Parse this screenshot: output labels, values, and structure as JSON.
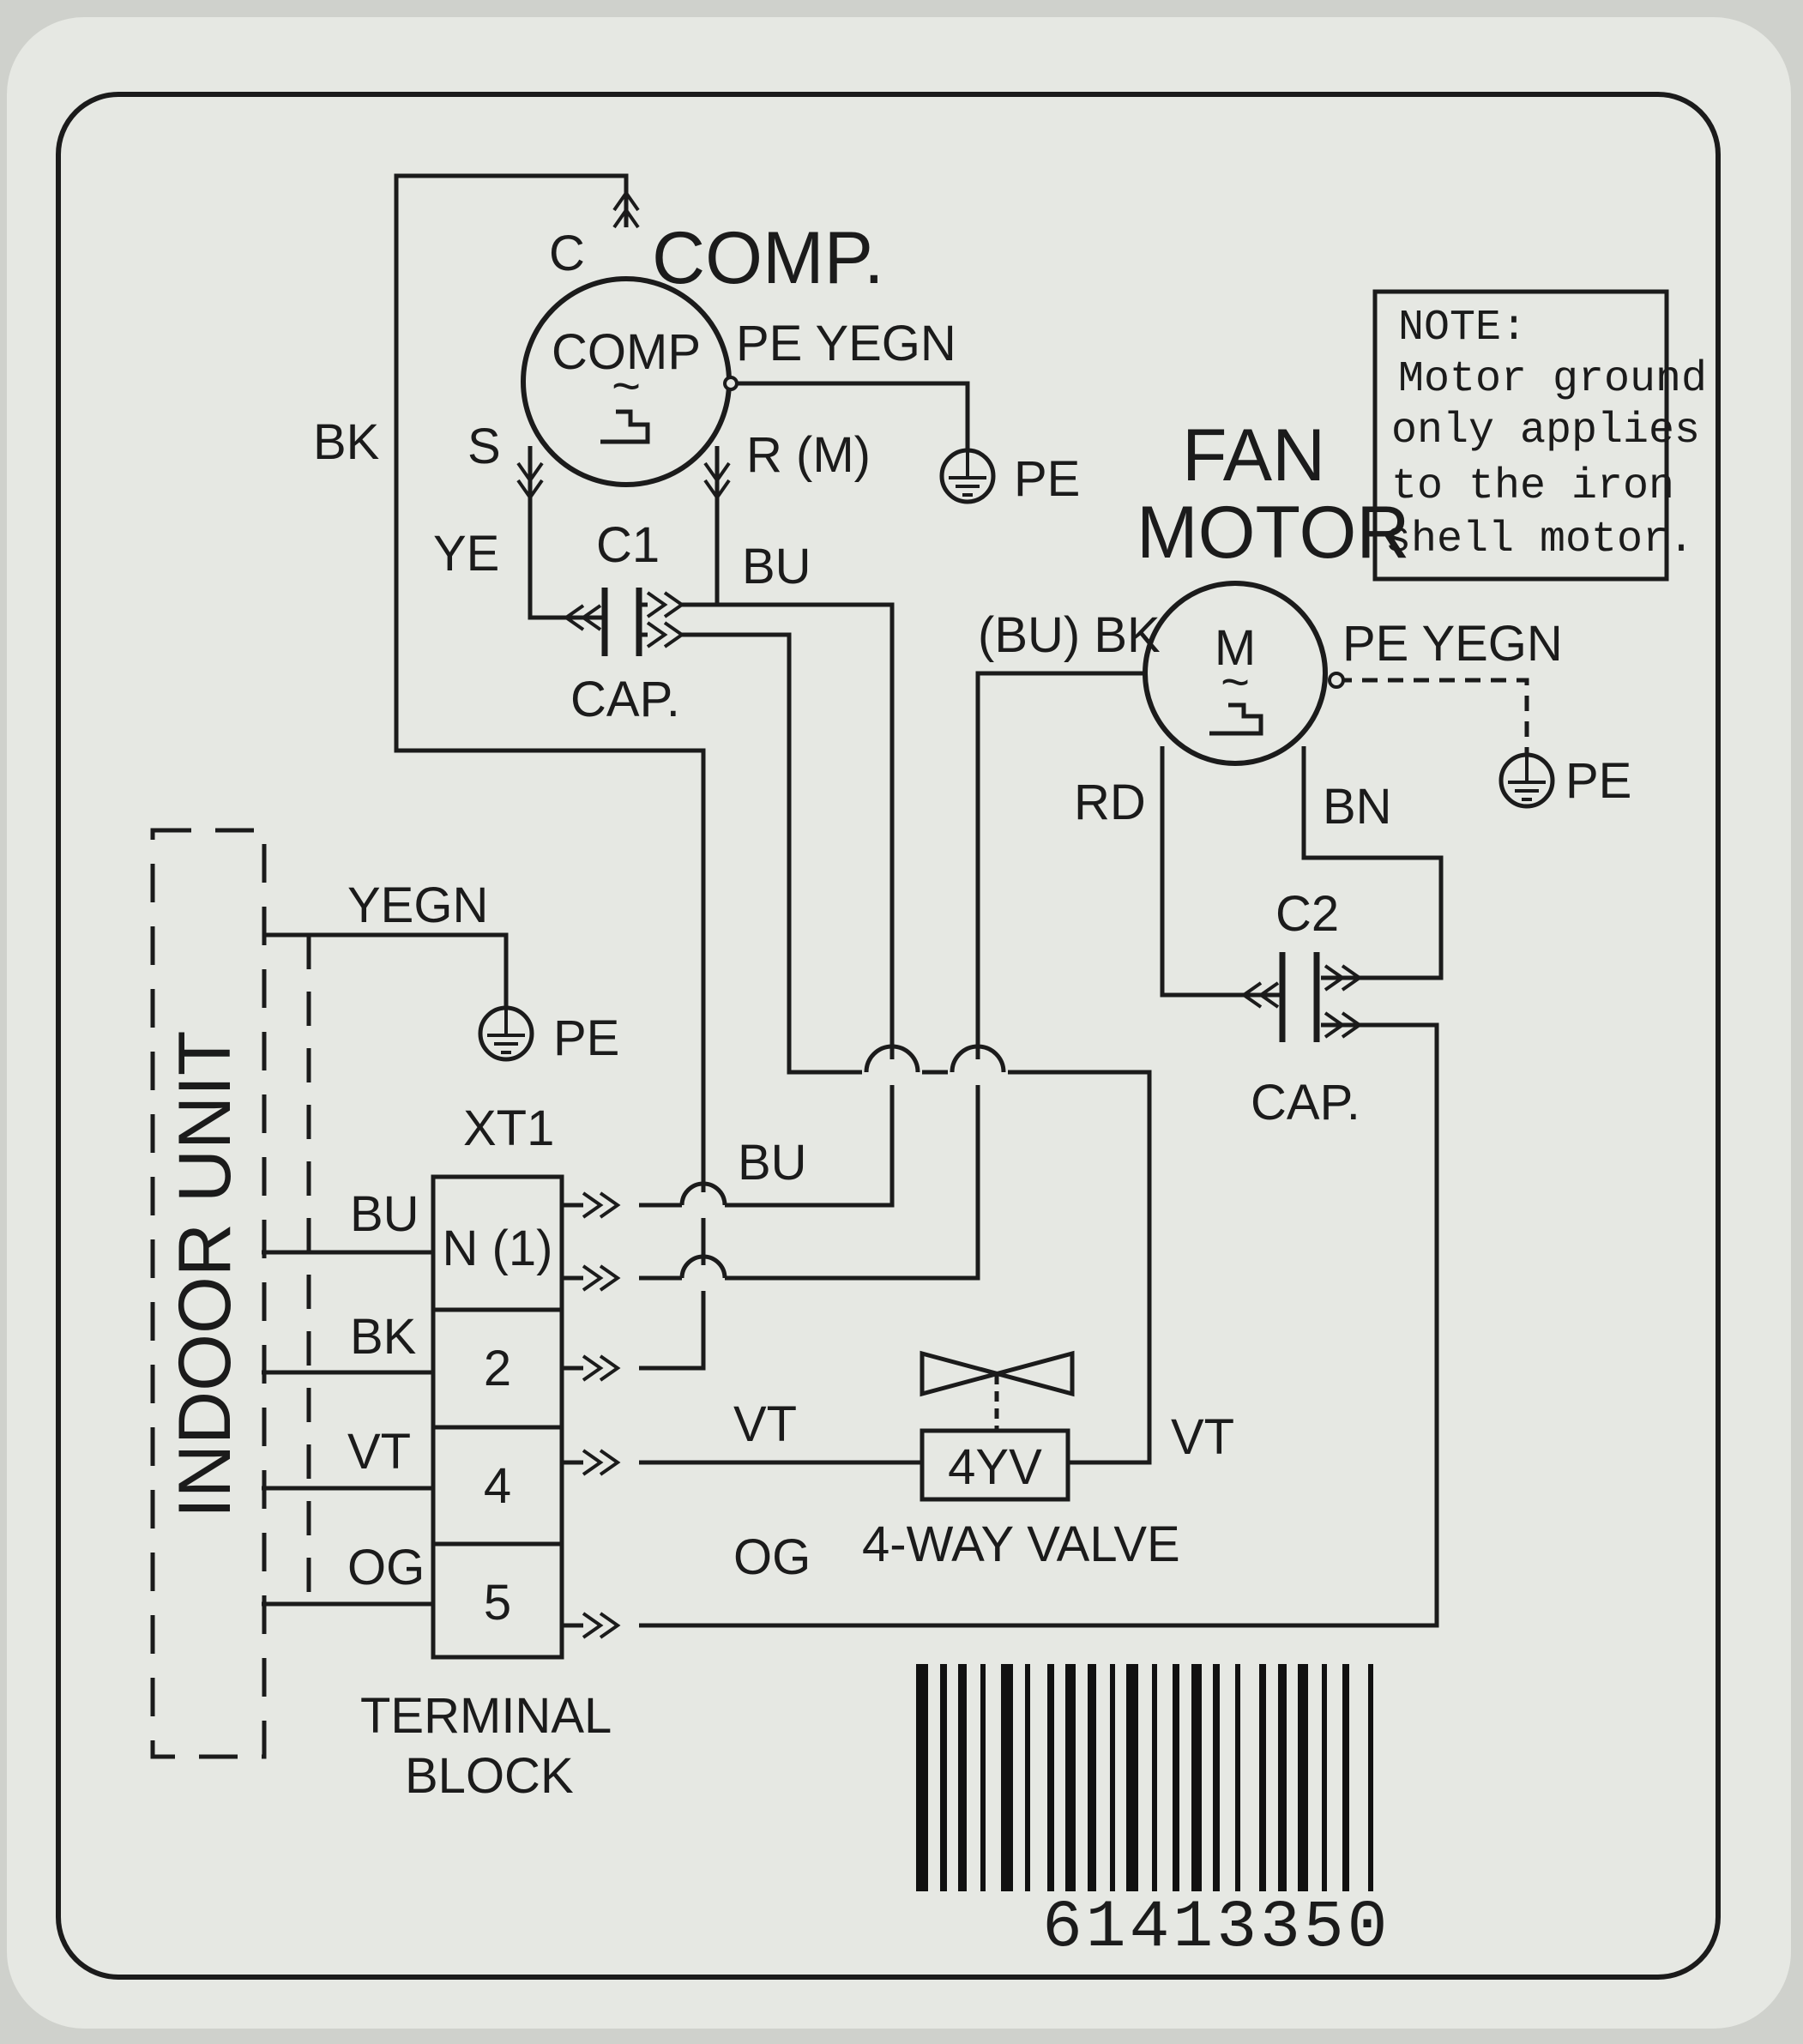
{
  "comp": {
    "title": "COMP.",
    "motor": "COMP",
    "motor_sym": "~",
    "c": "C",
    "s": "S",
    "r": "R (M)",
    "pe_wire": "PE YEGN",
    "pe": "PE"
  },
  "cap1": {
    "name": "C1",
    "caption": "CAP."
  },
  "fan": {
    "title_1": "FAN",
    "title_2": "MOTOR",
    "motor": "M",
    "motor_sym": "~",
    "bk": "(BU) BK",
    "pe_wire": "PE YEGN",
    "pe": "PE",
    "rd": "RD",
    "bn": "BN"
  },
  "cap2": {
    "name": "C2",
    "caption": "CAP."
  },
  "note": {
    "lines": [
      "NOTE:",
      "Motor ground",
      "only applies",
      "to the iron",
      "shell motor."
    ]
  },
  "wires": {
    "bk": "BK",
    "s_ye": "YE",
    "r_bu": "BU",
    "bu_mid": "BU",
    "vt": "VT",
    "vt_right": "VT",
    "og": "OG"
  },
  "indoor": {
    "label": "INDOOR UNIT",
    "yegn": "YEGN",
    "pe": "PE",
    "bu": "BU",
    "bk": "BK",
    "vt": "VT",
    "og": "OG"
  },
  "terminal": {
    "id": "XT1",
    "rows": [
      "N (1)",
      "2",
      "4",
      "5"
    ],
    "label_1": "TERMINAL",
    "label_2": "BLOCK"
  },
  "valve": {
    "id": "4YV",
    "label": "4-WAY VALVE"
  },
  "barcode": {
    "number": "61413350"
  }
}
